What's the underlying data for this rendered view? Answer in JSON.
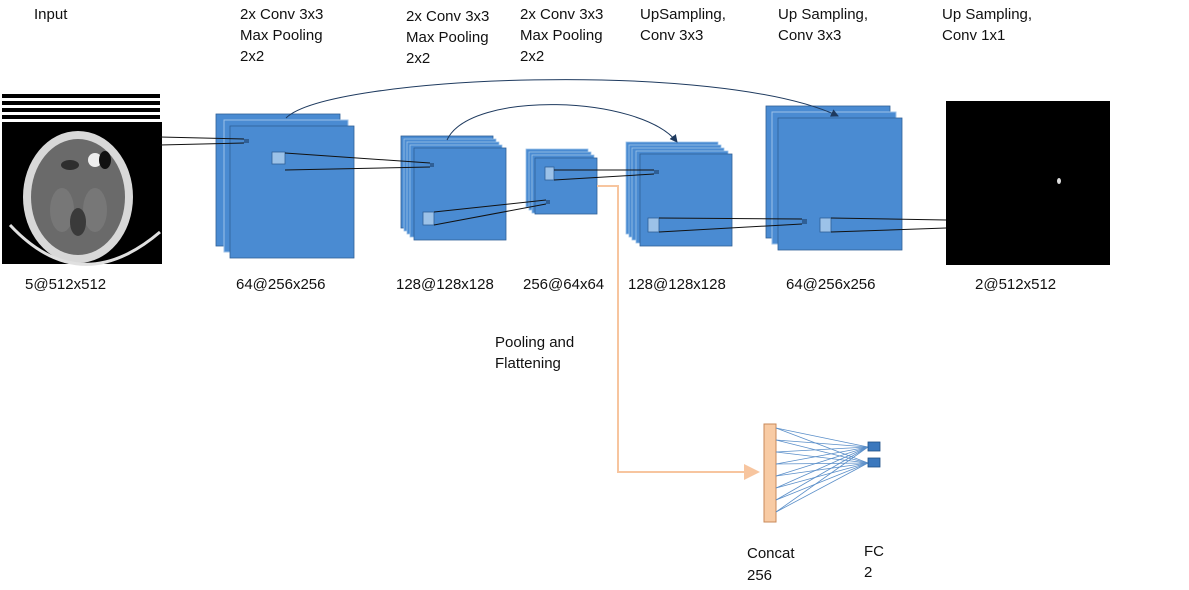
{
  "colors": {
    "block_fill": "#4a8bd2",
    "block_light": "#9cc2e8",
    "block_edge": "#2f5f96",
    "line": "#1e3a5f",
    "branch": "#f7c59f",
    "concat_fill": "#f8cba4",
    "concat_edge": "#c98a5a",
    "fc_fill": "#3b78bd",
    "scan_bg": "#000000"
  },
  "stages": [
    {
      "id": "input",
      "op_lines": [
        "Input"
      ],
      "dim": "5@512x512"
    },
    {
      "id": "enc1",
      "op_lines": [
        "2x Conv 3x3",
        "Max Pooling",
        "2x2"
      ],
      "dim": "64@256x256"
    },
    {
      "id": "enc2",
      "op_lines": [
        "2x Conv 3x3",
        "Max Pooling",
        "2x2"
      ],
      "dim": "128@128x128"
    },
    {
      "id": "enc3",
      "op_lines": [
        "2x Conv 3x3",
        "Max Pooling",
        "2x2"
      ],
      "dim": "256@64x64"
    },
    {
      "id": "dec1",
      "op_lines": [
        "UpSampling,",
        "Conv 3x3"
      ],
      "dim": "128@128x128"
    },
    {
      "id": "dec2",
      "op_lines": [
        "Up Sampling,",
        "Conv 3x3"
      ],
      "dim": "64@256x256"
    },
    {
      "id": "output",
      "op_lines": [
        "Up Sampling,",
        "Conv 1x1"
      ],
      "dim": "2@512x512"
    }
  ],
  "branch": {
    "label_lines": [
      "Pooling and",
      "Flattening"
    ],
    "concat_lines": [
      "Concat",
      "256"
    ],
    "fc_lines": [
      "FC",
      "2"
    ]
  },
  "icons": {
    "input_scan": "ct-brain-scan-icon",
    "output_mask": "segmentation-mask-icon"
  }
}
